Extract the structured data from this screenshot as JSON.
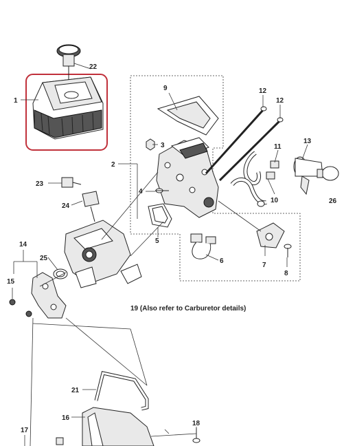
{
  "callouts": {
    "c1": "1",
    "c2": "2",
    "c3": "3",
    "c4": "4",
    "c5": "5",
    "c6": "6",
    "c7": "7",
    "c8": "8",
    "c9": "9",
    "c10": "10",
    "c11": "11",
    "c12a": "12",
    "c12b": "12",
    "c13": "13",
    "c14": "14",
    "c15": "15",
    "c16": "16",
    "c17": "17",
    "c18": "18",
    "c21": "21",
    "c22": "22",
    "c23": "23",
    "c24": "24",
    "c25": "25",
    "c26": "26"
  },
  "caption": "19 (Also refer to Carburetor details)",
  "highlight_color": "#c0303a"
}
